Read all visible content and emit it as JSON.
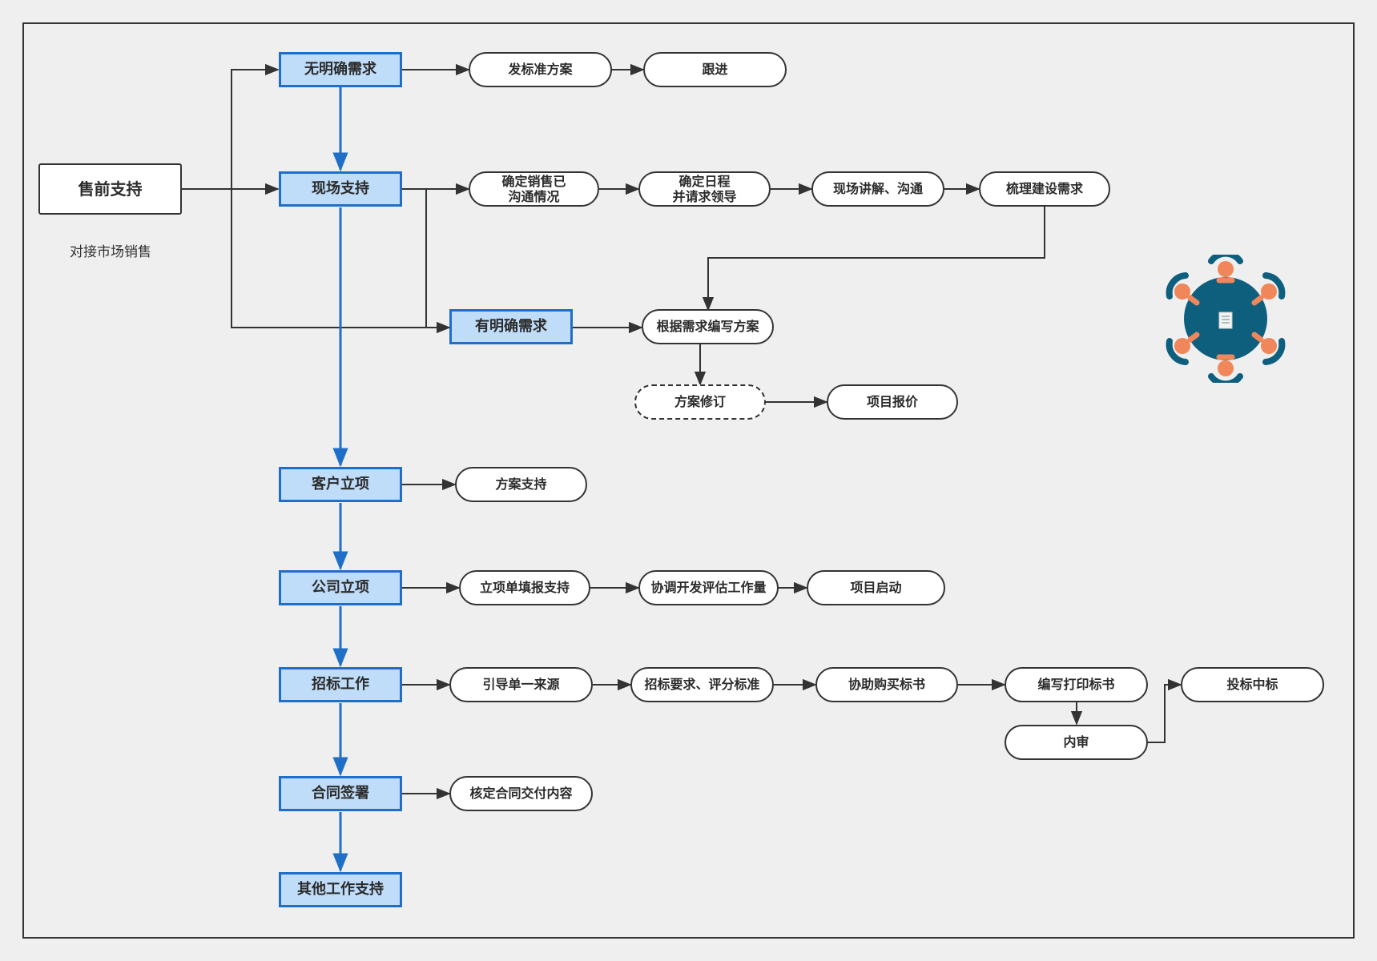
{
  "nodes": {
    "presales": "售前支持",
    "no_clear_req": "无明确需求",
    "send_std_plan": "发标准方案",
    "follow_up": "跟进",
    "onsite": "现场支持",
    "confirm_sales": "确定销售已\n沟通情况",
    "confirm_schedule": "确定日程\n并请求领导",
    "onsite_talk": "现场讲解、沟通",
    "sort_req": "梳理建设需求",
    "clear_req": "有明确需求",
    "write_plan": "根据需求编写方案",
    "revise_plan": "方案修订",
    "quote": "项目报价",
    "customer_project": "客户立项",
    "plan_support": "方案支持",
    "company_project": "公司立项",
    "fill_form": "立项单填报支持",
    "coordinate_dev": "协调开发评估工作量",
    "project_start": "项目启动",
    "bidding": "招标工作",
    "single_source": "引导单一来源",
    "bid_req": "招标要求、评分标准",
    "buy_docs": "协助购买标书",
    "print_docs": "编写打印标书",
    "internal_review": "内审",
    "win_bid": "投标中标",
    "contract": "合同签署",
    "verify_delivery": "核定合同交付内容",
    "other_support": "其他工作支持"
  },
  "note": "对接市场销售",
  "colors": {
    "blue_border": "#1f6fc8",
    "blue_fill": "#bfdcf8",
    "line": "#333333",
    "icon_table": "#0e5f7e",
    "icon_person": "#f0875a"
  },
  "icons": {
    "meeting": "meeting-table-icon"
  }
}
